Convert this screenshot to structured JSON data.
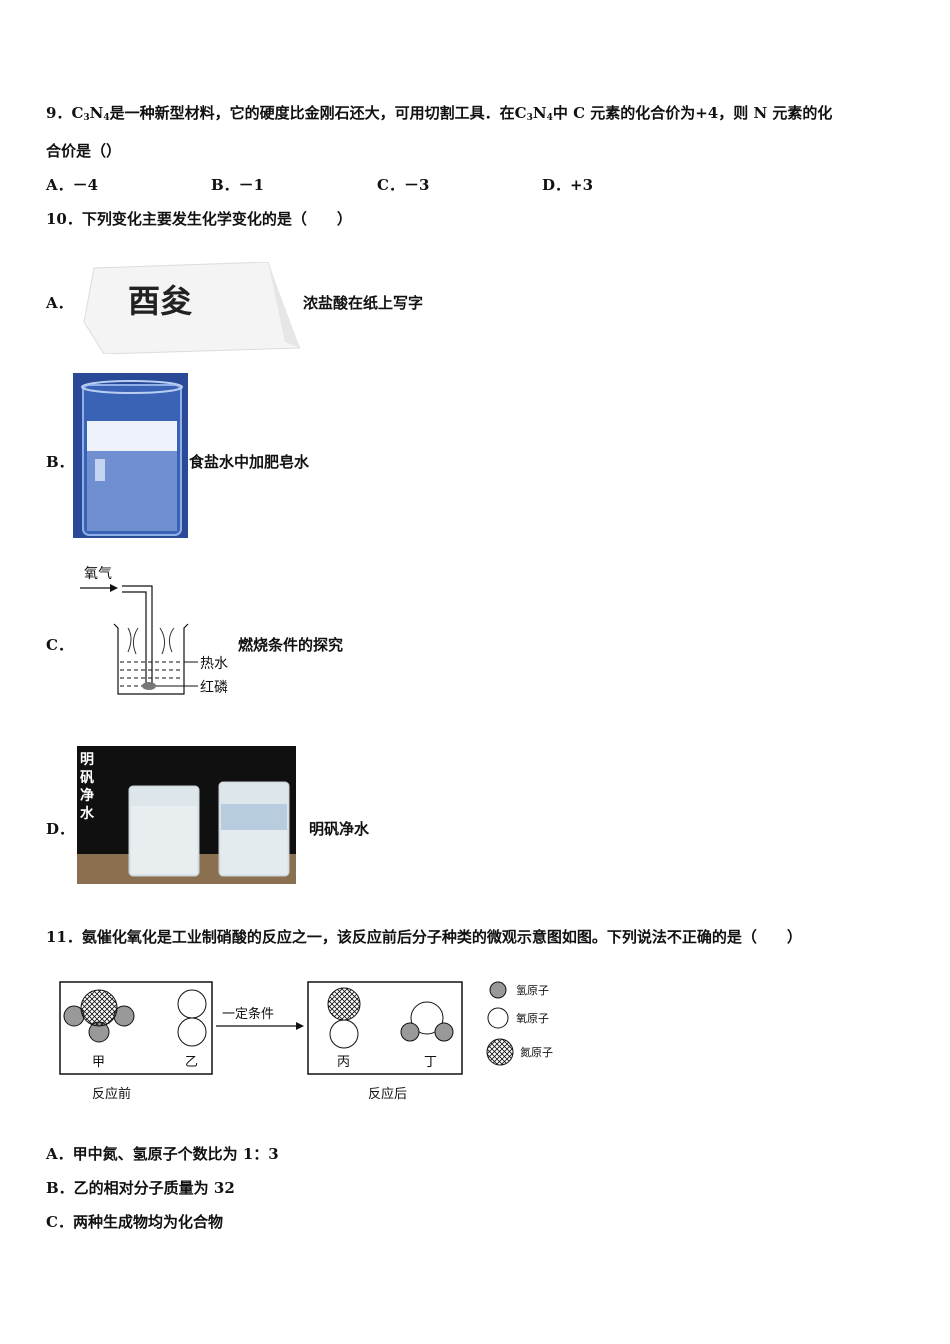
{
  "q9": {
    "number": "9．",
    "formula_c": "C",
    "formula_3": "3",
    "formula_n": "N",
    "formula_4": "4",
    "text_a": "是一种新型材料，它的硬度比金刚石还大，可用切割工具．在",
    "text_b": "中 C 元素的化合价为+4，则 N 元素的化",
    "line2": "合价是（）",
    "options": [
      "A．－4",
      "B．－1",
      "C．－3",
      "D．+3"
    ]
  },
  "q10": {
    "stem": "10．下列变化主要发生化学变化的是（　　）",
    "options": [
      {
        "letter": "A．",
        "caption": "浓盐酸在纸上写字",
        "image_text": "酉夋"
      },
      {
        "letter": "B．",
        "caption": "食盐水中加肥皂水"
      },
      {
        "letter": "C．",
        "caption": "燃烧条件的探究",
        "labels": {
          "oxygen": "氧气",
          "hot_water": "热水",
          "red_phosphorus": "红磷"
        }
      },
      {
        "letter": "D．",
        "caption": "明矾净水",
        "image_label": [
          "明",
          "矾",
          "净",
          "水"
        ]
      }
    ]
  },
  "q11": {
    "stem": "11．氨催化氧化是工业制硝酸的反应之一，该反应前后分子种类的微观示意图如图。下列说法不正确的是（　　）",
    "diagram": {
      "jia": "甲",
      "yi": "乙",
      "bing": "丙",
      "ding": "丁",
      "condition": "一定条件",
      "before": "反应前",
      "after": "反应后",
      "legend": [
        "氢原子",
        "氧原子",
        "氮原子"
      ]
    },
    "options": [
      "A．甲中氮、氢原子个数比为 1：3",
      "B．乙的相对分子质量为 32",
      "C．两种生成物均为化合物"
    ]
  }
}
